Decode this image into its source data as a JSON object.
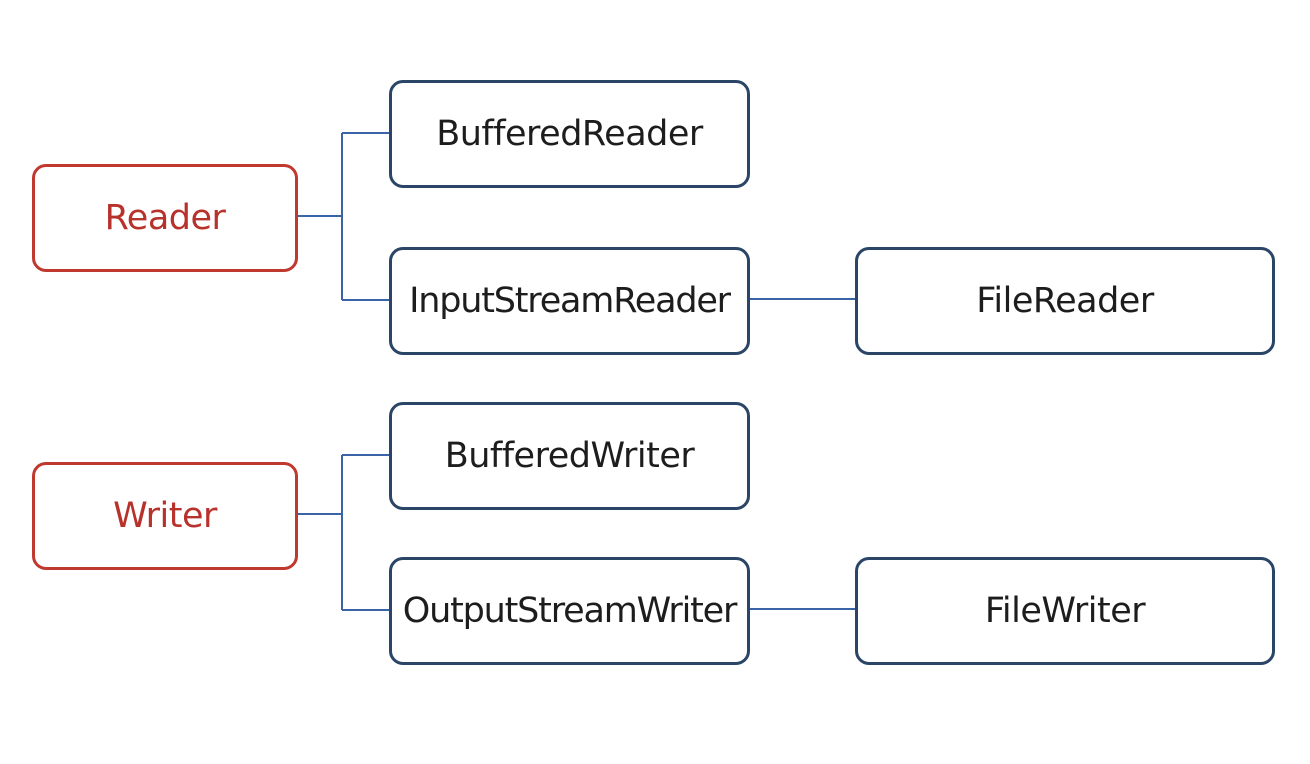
{
  "diagram": {
    "colors": {
      "root_border": "#c0392f",
      "root_text": "#b8322c",
      "child_border": "#2b4566",
      "child_text": "#1d1d1d",
      "connector": "#3b64a8"
    },
    "reader_group": {
      "root": "Reader",
      "buffered": "BufferedReader",
      "stream": "InputStreamReader",
      "file": "FileReader"
    },
    "writer_group": {
      "root": "Writer",
      "buffered": "BufferedWriter",
      "stream": "OutputStreamWriter",
      "file": "FileWriter"
    }
  }
}
